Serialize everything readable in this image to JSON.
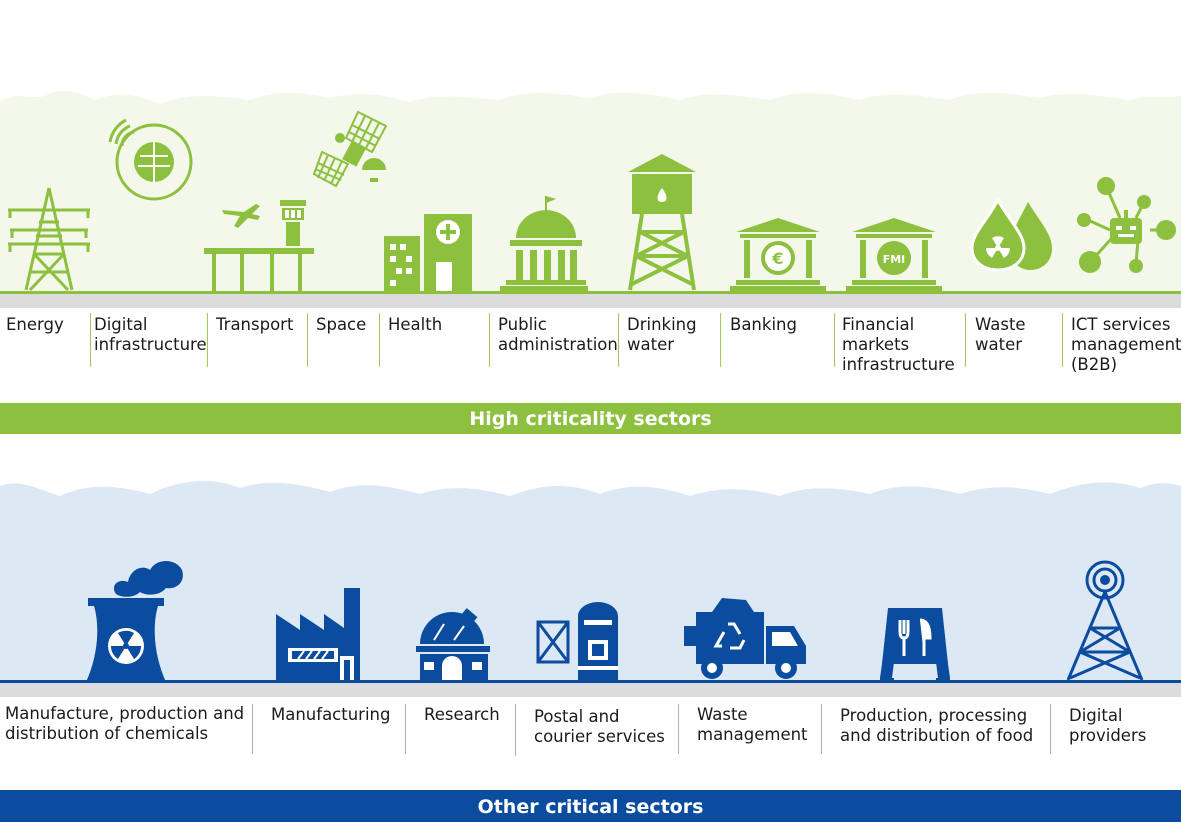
{
  "high": {
    "title": "High criticality sectors",
    "color": "#8dc03f",
    "sectors": [
      {
        "label": "Energy",
        "icon": "electricity-pylon-icon"
      },
      {
        "label": "Digital infrastructure",
        "icon": "globe-signal-icon"
      },
      {
        "label": "Transport",
        "icon": "airport-tower-icon"
      },
      {
        "label": "Space",
        "icon": "satellite-icon"
      },
      {
        "label": "Health",
        "icon": "hospital-icon"
      },
      {
        "label": "Public administration",
        "icon": "government-building-icon"
      },
      {
        "label": "Drinking water",
        "icon": "water-tower-icon"
      },
      {
        "label": "Banking",
        "icon": "bank-euro-icon"
      },
      {
        "label": "Financial markets infrastructure",
        "icon": "fmi-building-icon",
        "icon_text": "FMI"
      },
      {
        "label": "Waste water",
        "icon": "water-drops-radiation-icon"
      },
      {
        "label": "ICT services management (B2B)",
        "icon": "robot-network-icon"
      }
    ]
  },
  "other": {
    "title": "Other critical sectors",
    "color": "#0b4c9e",
    "sectors": [
      {
        "label": "Manufacture, production and distribution of chemicals",
        "icon": "chemical-plant-icon"
      },
      {
        "label": "Manufacturing",
        "icon": "factory-icon"
      },
      {
        "label": "Research",
        "icon": "observatory-icon"
      },
      {
        "label": "Postal and courier services",
        "icon": "postbox-icon"
      },
      {
        "label": "Waste management",
        "icon": "recycling-truck-icon"
      },
      {
        "label": "Production, processing and distribution of food",
        "icon": "restaurant-sign-icon"
      },
      {
        "label": "Digital providers",
        "icon": "antenna-tower-icon"
      }
    ]
  }
}
